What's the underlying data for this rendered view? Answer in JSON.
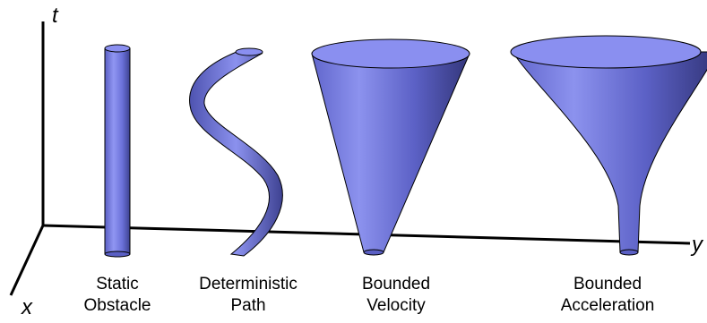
{
  "axes": {
    "t_label": "t",
    "y_label": "y",
    "x_label": "x"
  },
  "shape_fill": "#6a6fdb",
  "shape_top_fill": "#8a8ff0",
  "objects": [
    {
      "kind": "static-obstacle",
      "caption_line1": "Static",
      "caption_line2": "Obstacle"
    },
    {
      "kind": "deterministic-path",
      "caption_line1": "Deterministic",
      "caption_line2": "Path"
    },
    {
      "kind": "bounded-velocity",
      "caption_line1": "Bounded",
      "caption_line2": "Velocity"
    },
    {
      "kind": "bounded-acceleration",
      "caption_line1": "Bounded",
      "caption_line2": "Acceleration"
    }
  ]
}
